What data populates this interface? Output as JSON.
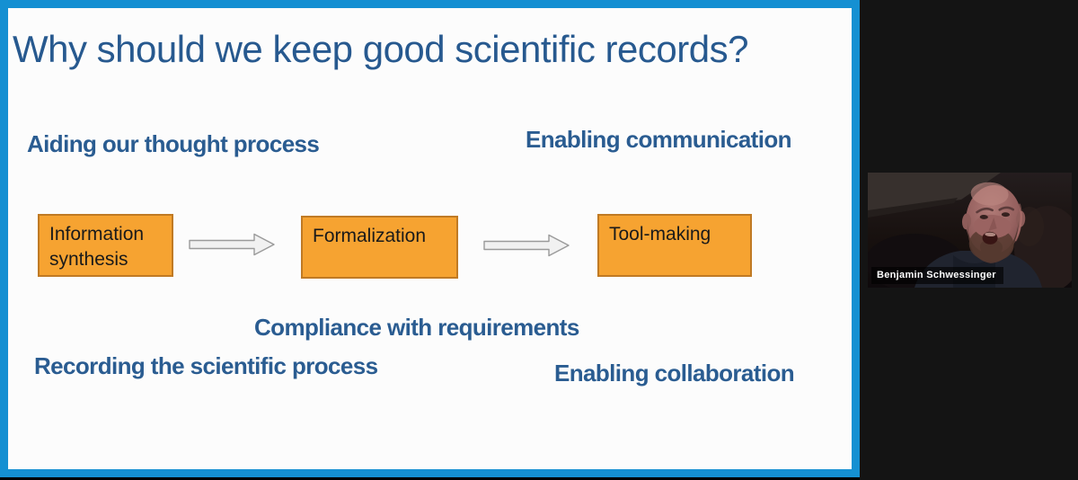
{
  "slide": {
    "title": "Why should we keep good scientific records?",
    "labels": {
      "aiding": "Aiding our thought process",
      "communication": "Enabling communication",
      "compliance": "Compliance with requirements",
      "recording": "Recording the scientific process",
      "collaboration": "Enabling collaboration"
    },
    "flow": {
      "boxes": [
        "Information synthesis",
        "Formalization",
        "Tool-making"
      ]
    }
  },
  "video": {
    "participant_name": "Benjamin Schwessinger"
  },
  "colors": {
    "border_blue": "#1590D2",
    "title_blue": "#27598F",
    "label_blue": "#2A5C91",
    "box_orange": "#F6A331",
    "box_border": "#C07A24",
    "arrow_fill": "#F1F1F1",
    "arrow_stroke": "#9A9A9A",
    "panel_bg": "#141414"
  }
}
